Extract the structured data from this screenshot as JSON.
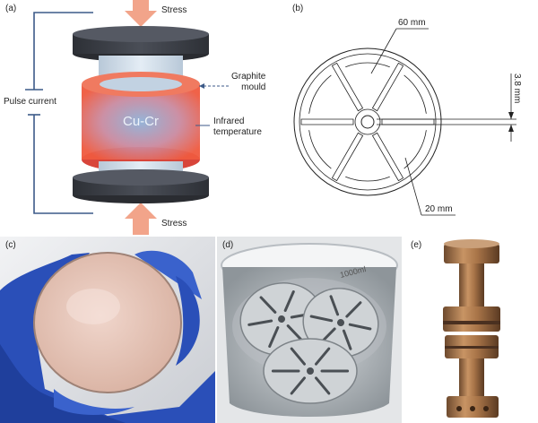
{
  "panels": {
    "a": {
      "label": "(a)",
      "stress_top": "Stress",
      "stress_bottom": "Stress",
      "graphite_mould": "Graphite\nmould",
      "pulse_current": "Pulse current",
      "sample": "Cu-Cr",
      "infrared": "Infrared\ntemperature"
    },
    "b": {
      "label": "(b)",
      "dim_60": "60 mm",
      "dim_3_8": "3.8 mm",
      "dim_20": "20 mm"
    },
    "c": {
      "label": "(c)"
    },
    "d": {
      "label": "(d)",
      "beaker_marking": "1000ml"
    },
    "e": {
      "label": "(e)"
    }
  },
  "colors": {
    "electrode": "#3a3d44",
    "mould": "#e8553e",
    "spacer": "#c9d8e6",
    "arrow": "#f2a48a",
    "circuit": "#3c5a88",
    "glove": "#2a4fb8",
    "copper": "#b07a4e"
  }
}
